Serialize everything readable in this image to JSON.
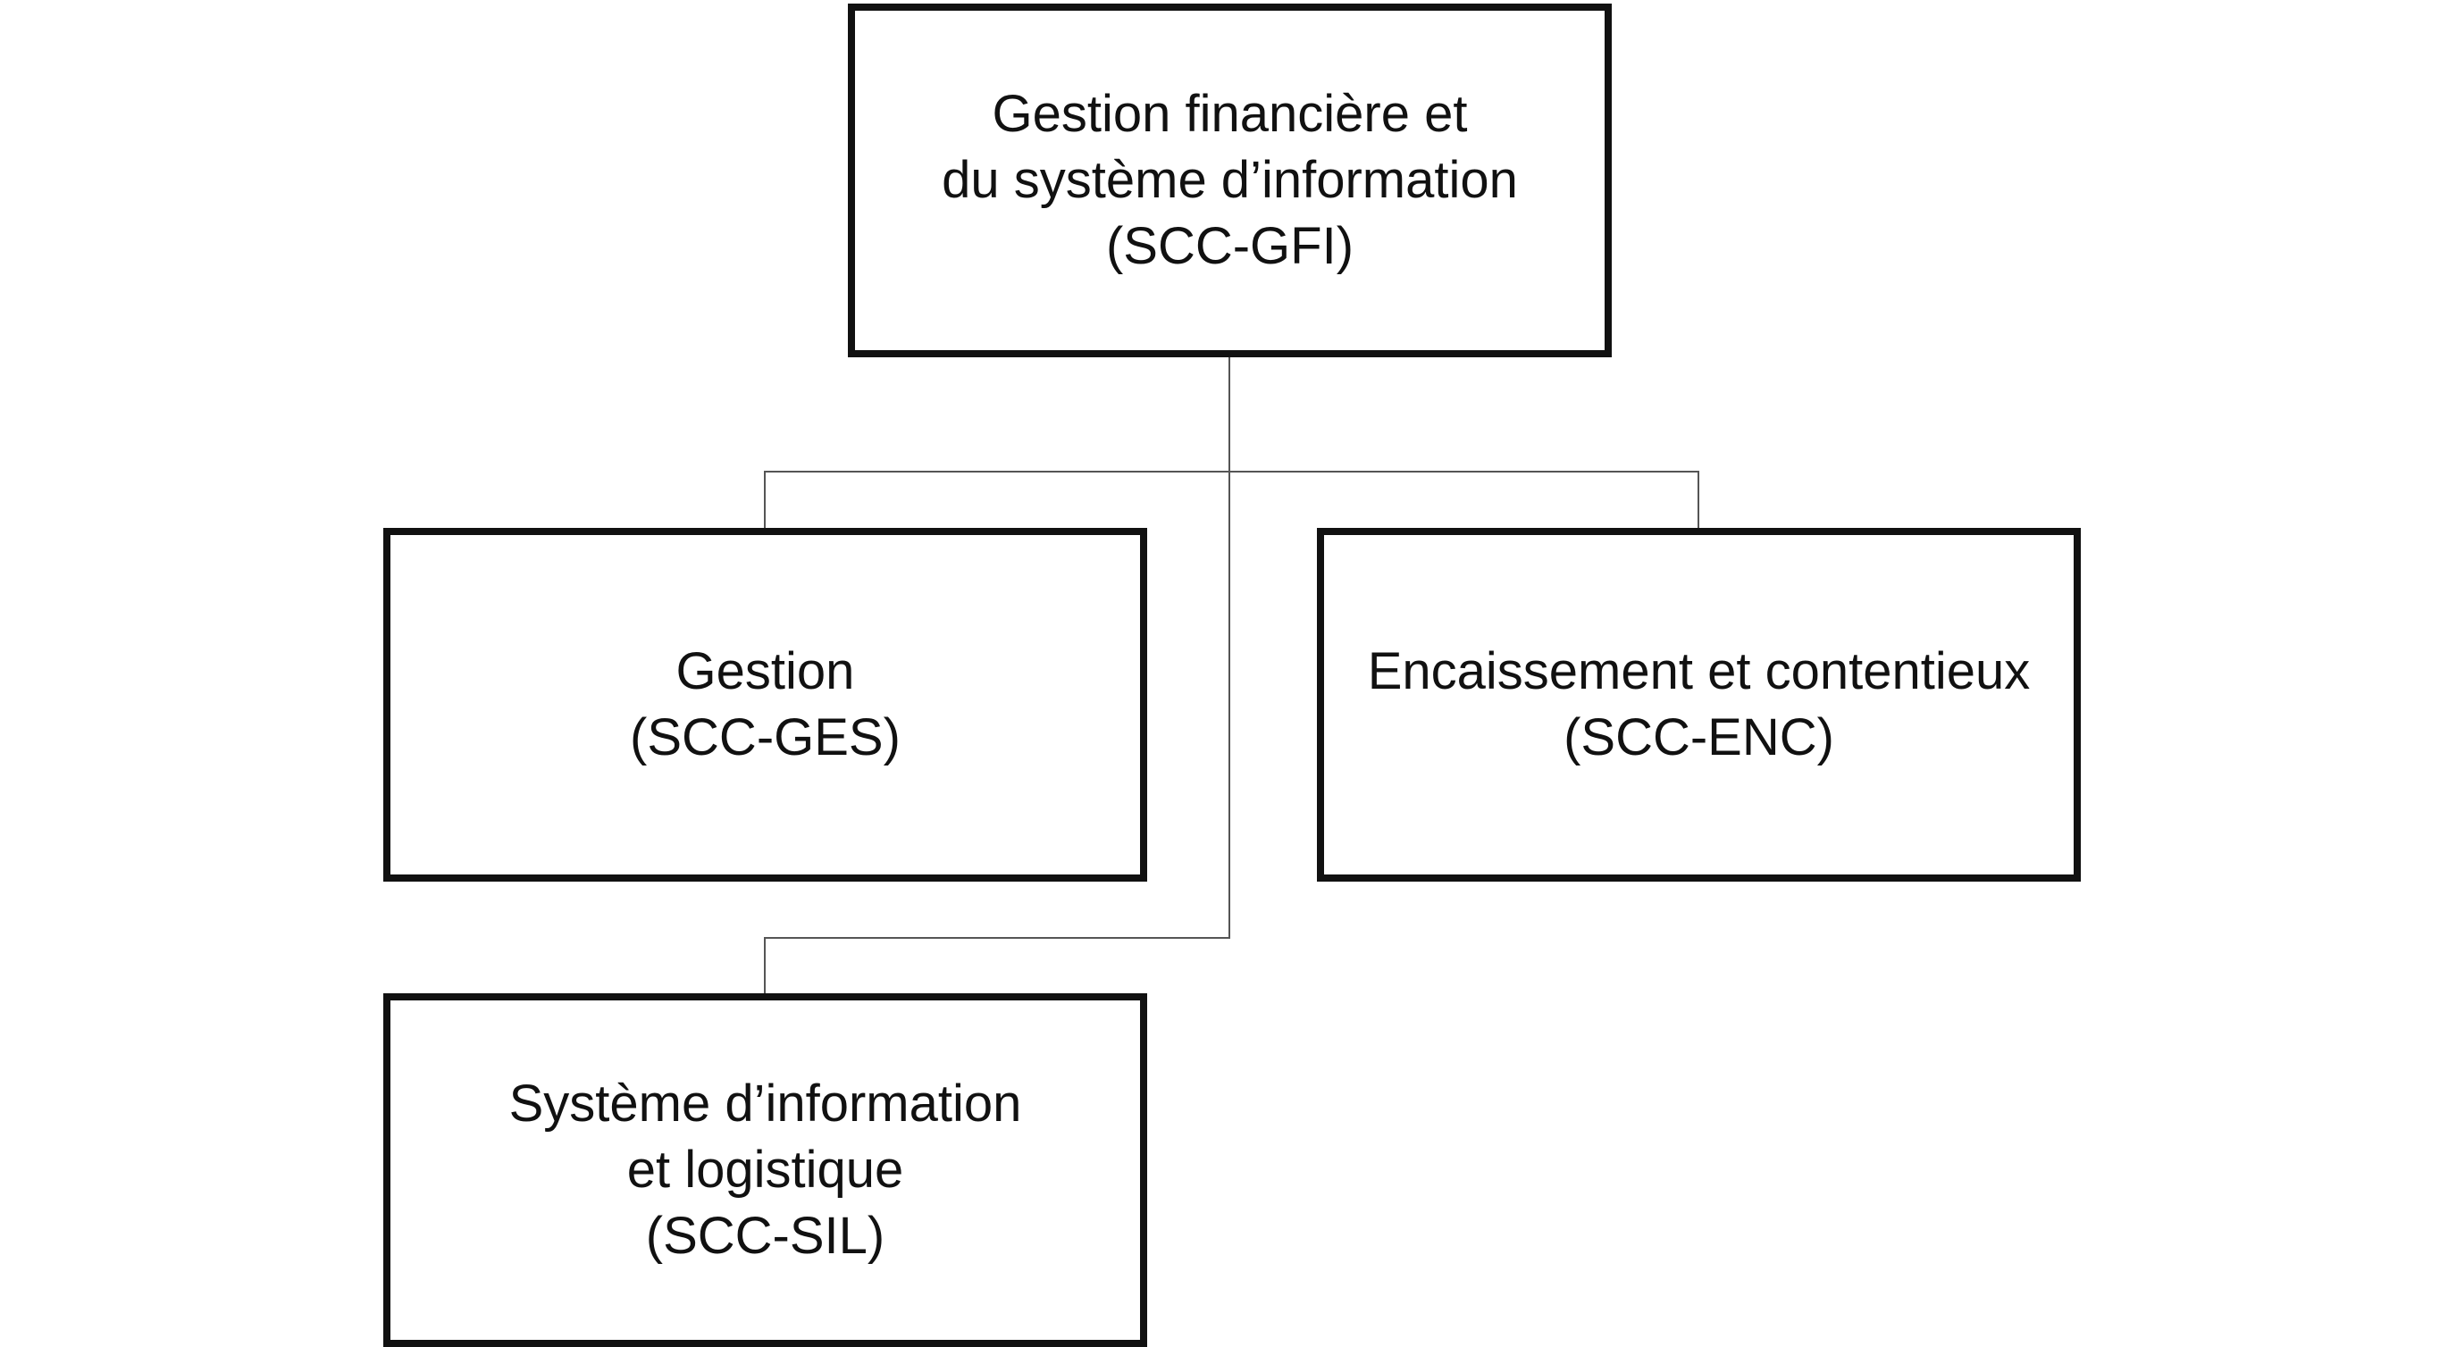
{
  "diagram": {
    "type": "org-chart",
    "colors": {
      "box_border": "#111111",
      "connector": "#555555",
      "background": "#ffffff",
      "text": "#111111"
    },
    "nodes": {
      "top": {
        "lines": [
          "Gestion financière et",
          "du système d’information",
          "(SCC-GFI)"
        ]
      },
      "ges": {
        "lines": [
          "Gestion",
          "(SCC-GES)"
        ]
      },
      "enc": {
        "lines": [
          "Encaissement et contentieux",
          "(SCC-ENC)"
        ]
      },
      "sil": {
        "lines": [
          "Système d’information",
          "et logistique",
          "(SCC-SIL)"
        ]
      }
    },
    "edges": [
      {
        "from": "top",
        "to": "ges"
      },
      {
        "from": "top",
        "to": "enc"
      },
      {
        "from": "top",
        "to": "sil"
      }
    ]
  }
}
